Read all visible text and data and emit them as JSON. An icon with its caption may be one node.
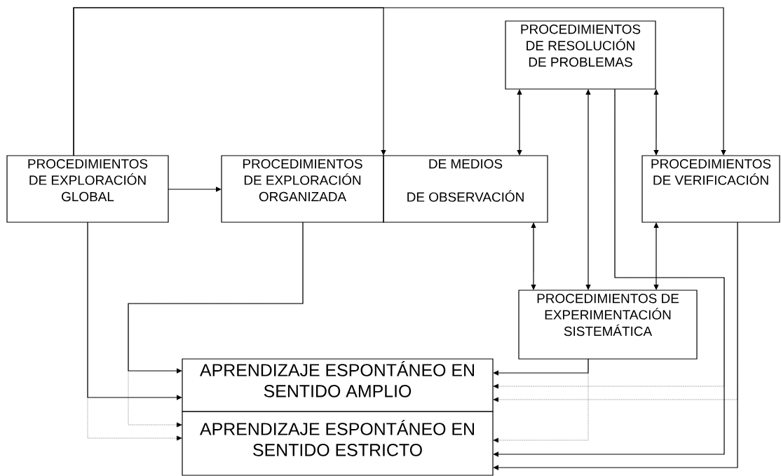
{
  "diagram": {
    "nodes": [
      {
        "text": [
          "PROCEDIMIENTOS DE EXPLORACIÓN GLOBAL"
        ]
      },
      {
        "text": [
          "PROCEDIMIENTOS DE EXPLORACIÓN ORGANIZADA"
        ]
      },
      {
        "text": [
          "DE MEDIOS",
          "DE OBSERVACIÓN"
        ]
      },
      {
        "text": [
          "PROCEDIMIENTOS DE RESOLUCIÓN DE PROBLEMAS"
        ]
      },
      {
        "text": [
          "PROCEDIMIENTOS DE VERIFICACIÓN"
        ]
      },
      {
        "text": [
          "PROCEDIMIENTOS DE EXPERIMENTACIÓN SISTEMÁTICA"
        ]
      },
      {
        "text": [
          "APRENDIZAJE ESPONTÁNEO EN SENTIDO AMPLIO"
        ]
      },
      {
        "text": [
          "APRENDIZAJE ESPONTÁNEO EN SENTIDO ESTRICTO"
        ]
      }
    ],
    "edges": [
      {
        "from": 0,
        "to": 1,
        "arrow": "to"
      },
      {
        "from": 0,
        "to": 2,
        "arrow": "to"
      },
      {
        "from": 0,
        "to": 4,
        "arrow": "to"
      },
      {
        "from": 3,
        "to": 2,
        "arrow": "both"
      },
      {
        "from": 3,
        "to": 5,
        "arrow": "both"
      },
      {
        "from": 3,
        "to": 4,
        "arrow": "both"
      },
      {
        "from": 2,
        "to": 5,
        "arrow": "both"
      },
      {
        "from": 4,
        "to": 5,
        "arrow": "both"
      },
      {
        "from": 3,
        "to": 7,
        "arrow": "to"
      },
      {
        "from": 3,
        "to": 6,
        "arrow": "to",
        "style": "dashed"
      },
      {
        "from": 4,
        "to": 7,
        "arrow": "to"
      },
      {
        "from": 4,
        "to": 6,
        "arrow": "to",
        "style": "dashed"
      },
      {
        "from": 5,
        "to": 6,
        "arrow": "to"
      },
      {
        "from": 5,
        "to": 7,
        "arrow": "to",
        "style": "dashed"
      },
      {
        "from": 1,
        "to": 6,
        "arrow": "to"
      },
      {
        "from": 1,
        "to": 7,
        "arrow": "to",
        "style": "dashed"
      },
      {
        "from": 0,
        "to": 6,
        "arrow": "to"
      },
      {
        "from": 0,
        "to": 7,
        "arrow": "to",
        "style": "dashed"
      }
    ]
  }
}
